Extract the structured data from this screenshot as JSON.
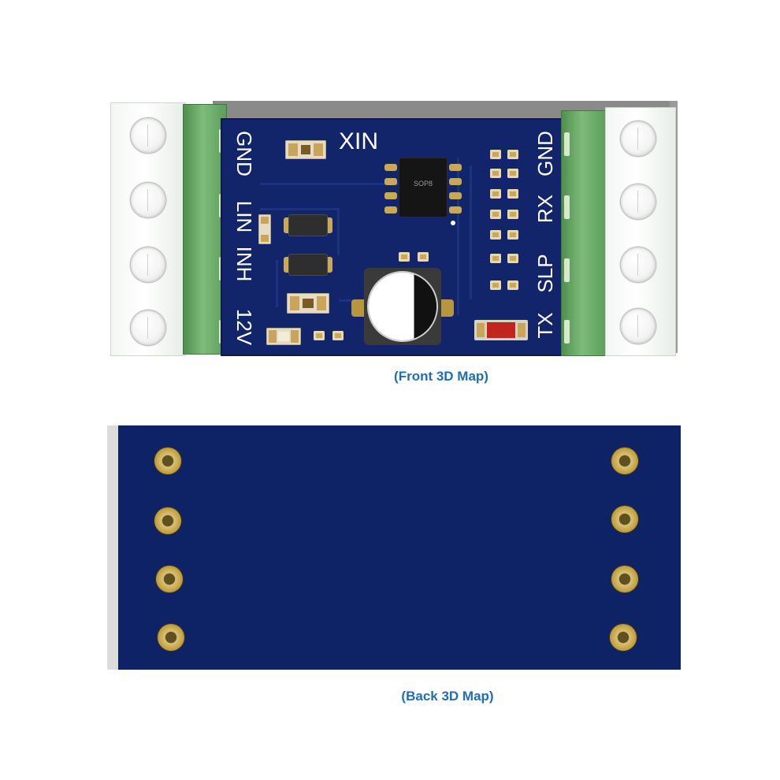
{
  "front": {
    "caption": "(Front 3D Map)",
    "board_label": "XIN",
    "chip_marking": "SOP8",
    "left_pins": [
      "GND",
      "LIN",
      "INH",
      "12V"
    ],
    "right_pins": [
      "GND",
      "RX",
      "SLP",
      "TX"
    ]
  },
  "back": {
    "caption": "(Back 3D Map)",
    "hole_count": 8
  },
  "colors": {
    "pcb_blue": "#12246a",
    "terminal_green": "#6fae6c",
    "caption_blue": "#1f6eb5",
    "pad_gold": "#c9a85a"
  }
}
